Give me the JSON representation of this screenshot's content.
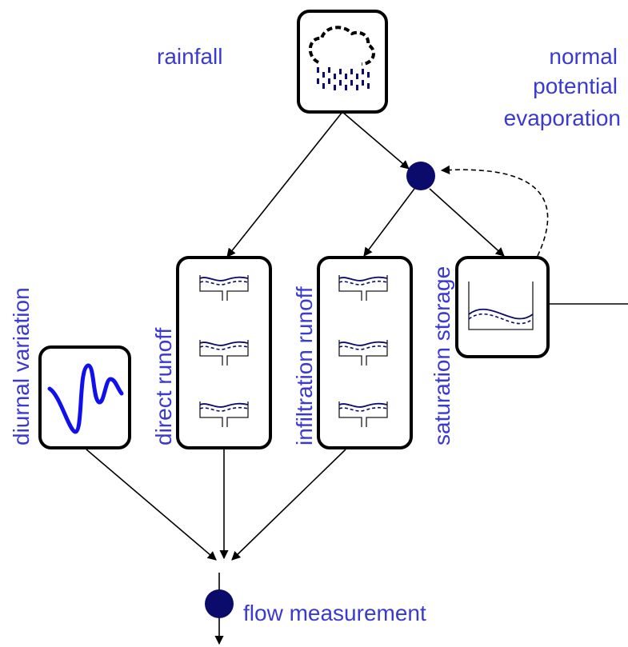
{
  "labels": {
    "rainfall": "rainfall",
    "evaporation_line1": "normal",
    "evaporation_line2": "potential",
    "evaporation_line3": "evaporation",
    "diurnal_variation": "diurnal variation",
    "direct_runoff": "direct runoff",
    "infiltration_runoff": "infiltration runoff",
    "saturation_storage": "saturation storage",
    "flow_measurement": "flow measurement"
  },
  "colors": {
    "label_text": "#3a3ad0",
    "node_fill": "#0b0b6b",
    "signal_line": "#1010ee",
    "edge": "#000000"
  },
  "icons": {
    "rainfall": "rain-cloud-icon",
    "diurnal": "wave-signal-icon",
    "reservoir": "tank-icon"
  }
}
